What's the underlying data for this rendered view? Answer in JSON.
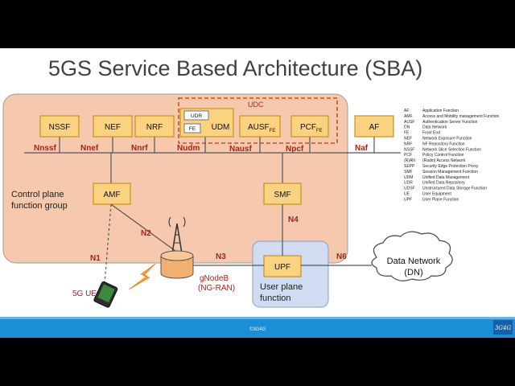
{
  "title": "5GS Service Based Architecture (SBA)",
  "udc_label": "UDC",
  "udr_label": "UDR",
  "fe_label": "FE",
  "functions": {
    "nssf": "NSSF",
    "nef": "NEF",
    "nrf": "NRF",
    "udm": "UDM",
    "ausf": "AUSF",
    "ausf_sub": "FE",
    "pcf": "PCF",
    "pcf_sub": "FE",
    "af": "AF",
    "amf": "AMF",
    "smf": "SMF",
    "upf": "UPF"
  },
  "interfaces": {
    "nnssf": "Nnssf",
    "nnef": "Nnef",
    "nnrf": "Nnrf",
    "nudm": "Nudm",
    "nausf": "Nausf",
    "npcf": "Npcf",
    "naf": "Naf",
    "n1": "N1",
    "n2": "N2",
    "n3": "N3",
    "n4": "N4",
    "n6": "N6"
  },
  "control_plane_label": [
    "Control plane",
    "function group"
  ],
  "user_plane_label": [
    "User plane",
    "function"
  ],
  "gnodeb_label": [
    "gNodeB",
    "(NG-RAN)"
  ],
  "ue_label": "5G UE",
  "data_network_label": [
    "Data Network",
    "(DN)"
  ],
  "glossary": [
    [
      "AF",
      "Application Function"
    ],
    [
      "AMF",
      "Access and Mobility management Function"
    ],
    [
      "AUSF",
      "Authentication Server Function"
    ],
    [
      "DN",
      "Data Network"
    ],
    [
      "FE",
      "Front End"
    ],
    [
      "NEF",
      "Network Exposure Function"
    ],
    [
      "NRF",
      "NF Repository Function"
    ],
    [
      "NSSF",
      "Network Slice Selection Function"
    ],
    [
      "PCF",
      "Policy Control Function"
    ],
    [
      "(R)AN",
      "(Radio) Access Network"
    ],
    [
      "SEPP",
      "Security Edge Protection Proxy"
    ],
    [
      "SMF",
      "Session Management Function"
    ],
    [
      "UDM",
      "Unified Data Management"
    ],
    [
      "UDR",
      "Unified Data Repository"
    ],
    [
      "UDSF",
      "Unstructured Data Storage Function"
    ],
    [
      "UE",
      "User Equipment"
    ],
    [
      "UPF",
      "User Plane Function"
    ]
  ],
  "footer_center": "©3G4G",
  "footer_logo": "3G4G",
  "colors": {
    "nf_fill": "#fbd280",
    "nf_stroke": "#c8911a",
    "interface_label": "#a0251c",
    "control_group_fill": "#f6c9ae",
    "user_plane_fill": "#cfdcf1",
    "udc_stroke": "#c0561a",
    "footer_bar": "#1a8fd6",
    "antenna_fill": "#f2b070"
  }
}
